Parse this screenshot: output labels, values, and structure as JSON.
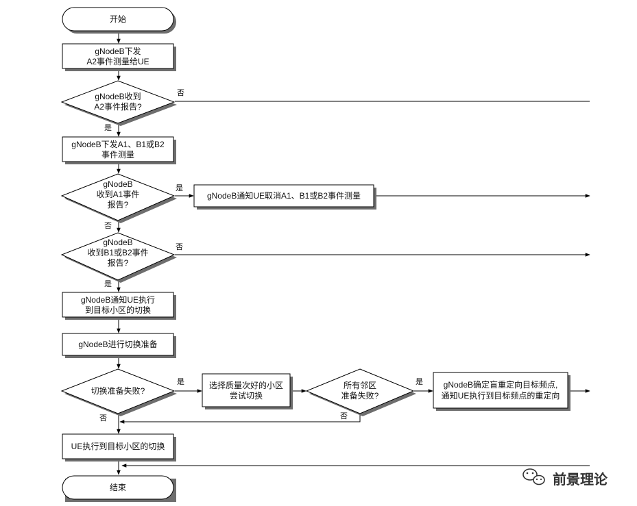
{
  "nodes": {
    "start": "开始",
    "n1": [
      "gNodeB下发",
      "A2事件测量给UE"
    ],
    "d1": [
      "gNodeB收到",
      "A2事件报告?"
    ],
    "n2": [
      "gNodeB下发A1、B1或B2",
      "事件测量"
    ],
    "d2": [
      "gNodeB",
      "收到A1事件",
      "报告?"
    ],
    "n3": "gNodeB通知UE取消A1、B1或B2事件测量",
    "d3": [
      "gNodeB",
      "收到B1或B2事件",
      "报告?"
    ],
    "n4": [
      "gNodeB通知UE执行",
      "到目标小区的切换"
    ],
    "n5": "gNodeB进行切换准备",
    "d4": "切换准备失败?",
    "n6": [
      "选择质量次好的小区",
      "尝试切换"
    ],
    "d5": [
      "所有邻区",
      "准备失败?"
    ],
    "n7": [
      "gNodeB确定盲重定向目标频点,",
      "通知UE执行到目标频点的重定向"
    ],
    "n8": "UE执行到目标小区的切换",
    "end": "结束"
  },
  "labels": {
    "yes": "是",
    "no": "否"
  },
  "watermark": {
    "icon": "wechat-icon",
    "text": "前景理论"
  }
}
